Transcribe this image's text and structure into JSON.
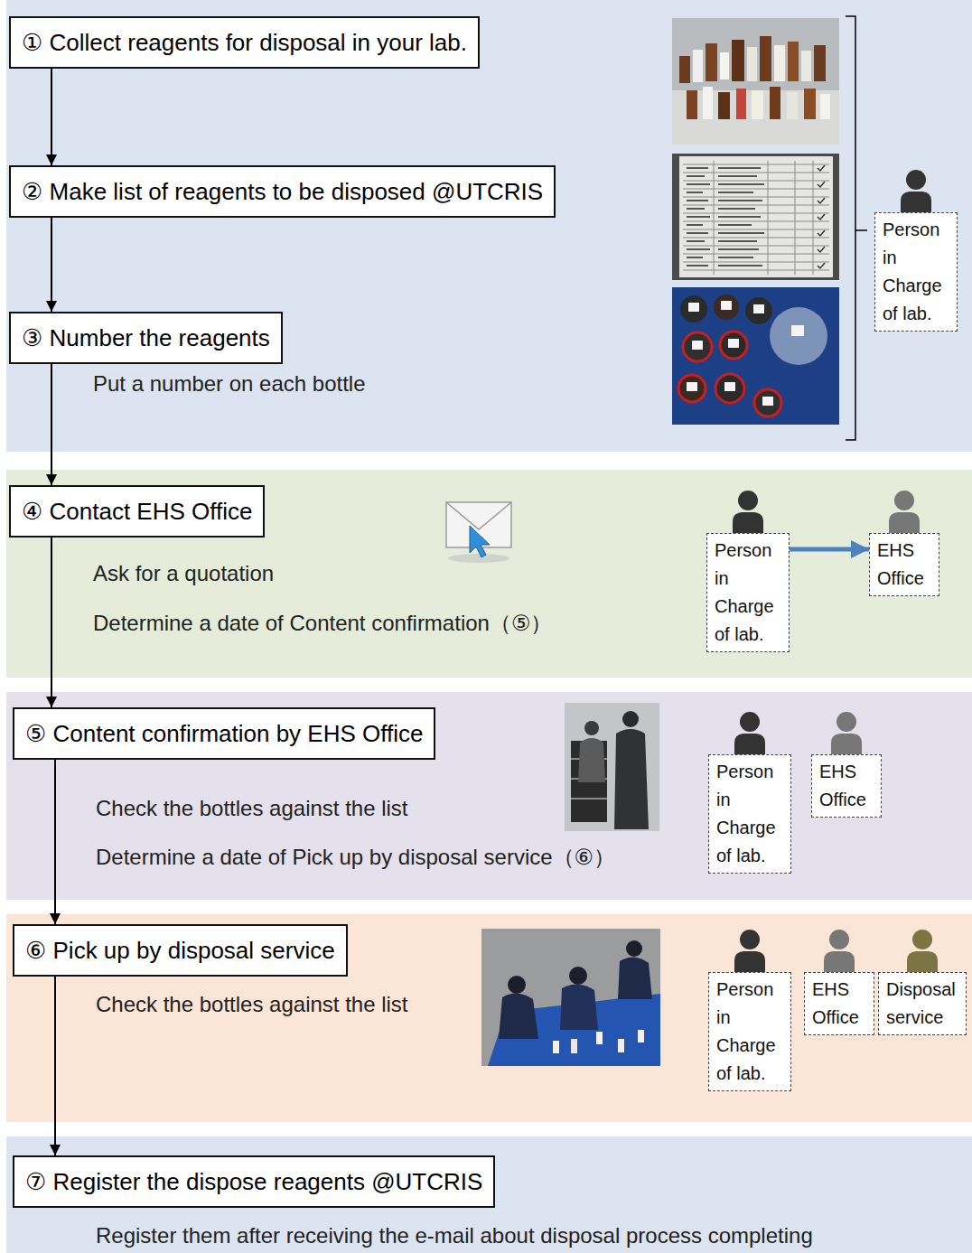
{
  "diagram": {
    "nodes": [
      {
        "text": [
          "① Collect reagents for disposal in your lab."
        ]
      },
      {
        "text": [
          "② Make list of reagents to be disposed @UTCRIS"
        ]
      },
      {
        "text": [
          "③ Number the reagents"
        ]
      },
      {
        "text": [
          "Person in Charge of lab."
        ]
      },
      {
        "text": [
          "④ Contact EHS Office"
        ]
      },
      {
        "text": [
          "Person in Charge of lab."
        ]
      },
      {
        "text": [
          "EHS Office"
        ]
      },
      {
        "text": [
          "⑤ Content confirmation by EHS Office"
        ]
      },
      {
        "text": [
          "Person in Charge of lab."
        ]
      },
      {
        "text": [
          "EHS Office"
        ]
      },
      {
        "text": [
          "⑥ Pick up by disposal service"
        ]
      },
      {
        "text": [
          "Person in Charge of lab."
        ]
      },
      {
        "text": [
          "EHS Office"
        ]
      },
      {
        "text": [
          "Disposal service"
        ]
      },
      {
        "text": [
          "⑦ Register the dispose reagents @UTCRIS"
        ]
      }
    ],
    "edges": [
      {
        "from": 0,
        "to": 1,
        "arrow": "to"
      },
      {
        "from": 1,
        "to": 2,
        "arrow": "to"
      },
      {
        "from": 2,
        "to": 4,
        "arrow": "to"
      },
      {
        "from": 4,
        "to": 7,
        "arrow": "to"
      },
      {
        "from": 7,
        "to": 10,
        "arrow": "to"
      },
      {
        "from": 10,
        "to": 14,
        "arrow": "to"
      },
      {
        "from": 5,
        "to": 6,
        "arrow": "to"
      }
    ],
    "labels": [
      "Put a number on each bottle",
      "Ask for a quotation",
      "Determine a date of Content confirmation（⑤）",
      "Check the bottles against the list",
      "Determine a date of Pick up by disposal service（⑥）",
      "Check the bottles against the list",
      "Register them after receiving the e-mail about disposal process completing"
    ]
  }
}
